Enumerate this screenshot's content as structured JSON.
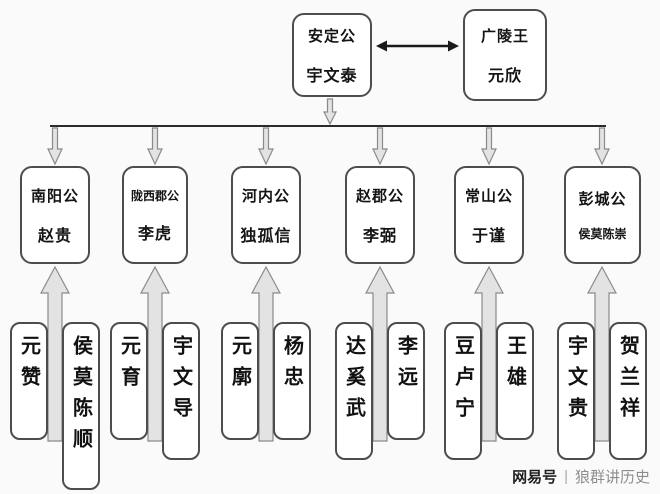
{
  "diagram": {
    "root": {
      "title": "安定公",
      "name": "宇文泰"
    },
    "co_ruler": {
      "title": "广陵王",
      "name": "元欣"
    },
    "pillars": [
      {
        "title": "南阳公",
        "name": "赵贵",
        "generals": [
          "元赞",
          "侯莫陈顺"
        ]
      },
      {
        "title": "陇西郡公",
        "name": "李虎",
        "generals": [
          "元育",
          "宇文导"
        ]
      },
      {
        "title": "河内公",
        "name": "独孤信",
        "generals": [
          "元廓",
          "杨忠"
        ]
      },
      {
        "title": "赵郡公",
        "name": "李弼",
        "generals": [
          "达奚武",
          "李远"
        ]
      },
      {
        "title": "常山公",
        "name": "于谨",
        "generals": [
          "豆卢宁",
          "王雄"
        ]
      },
      {
        "title": "彭城公",
        "name": "侯莫陈崇",
        "generals": [
          "宇文贵",
          "贺兰祥"
        ]
      }
    ]
  },
  "watermark": {
    "brand": "网易号",
    "separator": "|",
    "author": "狼群讲历史"
  },
  "colors": {
    "background": "#fafafa",
    "box_border": "#4d4d4d",
    "arrow_fill": "#e3e3e3",
    "arrow_stroke": "#8a8a8a",
    "connector_line": "#2b2b2b",
    "double_arrow": "#1a1a1a"
  }
}
